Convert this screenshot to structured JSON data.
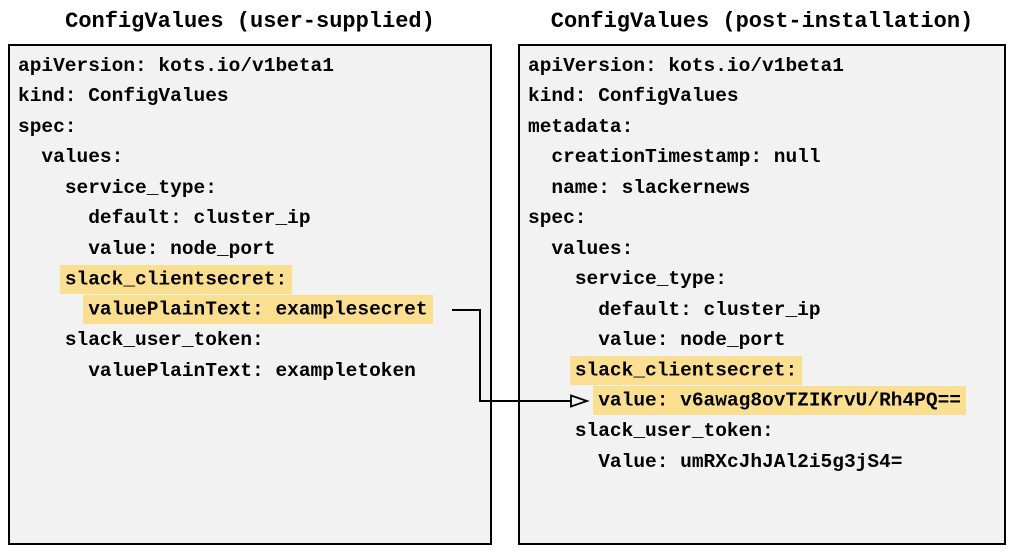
{
  "colors": {
    "highlight": "#FBDF90",
    "panel_bg": "#F2F2F2",
    "panel_border": "#000000",
    "arrow": "#000000",
    "text": "#000000",
    "page_bg": "#FFFFFF"
  },
  "panels": [
    {
      "id": "user-supplied",
      "title": "ConfigValues (user-supplied)",
      "lines": [
        {
          "indent": 0,
          "text": "apiVersion: kots.io/v1beta1",
          "highlight": false
        },
        {
          "indent": 0,
          "text": "kind: ConfigValues",
          "highlight": false
        },
        {
          "indent": 0,
          "text": "spec:",
          "highlight": false
        },
        {
          "indent": 2,
          "text": "values:",
          "highlight": false
        },
        {
          "indent": 4,
          "text": "service_type:",
          "highlight": false
        },
        {
          "indent": 6,
          "text": "default: cluster_ip",
          "highlight": false
        },
        {
          "indent": 6,
          "text": "value: node_port",
          "highlight": false
        },
        {
          "indent": 4,
          "text": "slack_clientsecret:",
          "highlight": true
        },
        {
          "indent": 6,
          "text": "valuePlainText: examplesecret",
          "highlight": true
        },
        {
          "indent": 4,
          "text": "slack_user_token:",
          "highlight": false
        },
        {
          "indent": 6,
          "text": "valuePlainText: exampletoken",
          "highlight": false
        }
      ]
    },
    {
      "id": "post-installation",
      "title": "ConfigValues (post-installation)",
      "lines": [
        {
          "indent": 0,
          "text": "apiVersion: kots.io/v1beta1",
          "highlight": false
        },
        {
          "indent": 0,
          "text": "kind: ConfigValues",
          "highlight": false
        },
        {
          "indent": 0,
          "text": "metadata:",
          "highlight": false
        },
        {
          "indent": 2,
          "text": "creationTimestamp: null",
          "highlight": false
        },
        {
          "indent": 2,
          "text": "name: slackernews",
          "highlight": false
        },
        {
          "indent": 0,
          "text": "spec:",
          "highlight": false
        },
        {
          "indent": 2,
          "text": "values:",
          "highlight": false
        },
        {
          "indent": 4,
          "text": "service_type:",
          "highlight": false
        },
        {
          "indent": 6,
          "text": "default: cluster_ip",
          "highlight": false
        },
        {
          "indent": 6,
          "text": "value: node_port",
          "highlight": false
        },
        {
          "indent": 4,
          "text": "slack_clientsecret:",
          "highlight": true
        },
        {
          "indent": 6,
          "text": "value: v6awag8ovTZIKrvU/Rh4PQ==",
          "highlight": true
        },
        {
          "indent": 4,
          "text": "slack_user_token:",
          "highlight": false
        },
        {
          "indent": 6,
          "text": "Value: umRXcJhJAl2i5g3jS4=",
          "highlight": false
        }
      ]
    }
  ],
  "arrow": {
    "from": {
      "panel": 0,
      "line": "valuePlainText: examplesecret"
    },
    "to": {
      "panel": 1,
      "line": "value: v6awag8ovTZIKrvU/Rh4PQ=="
    }
  }
}
